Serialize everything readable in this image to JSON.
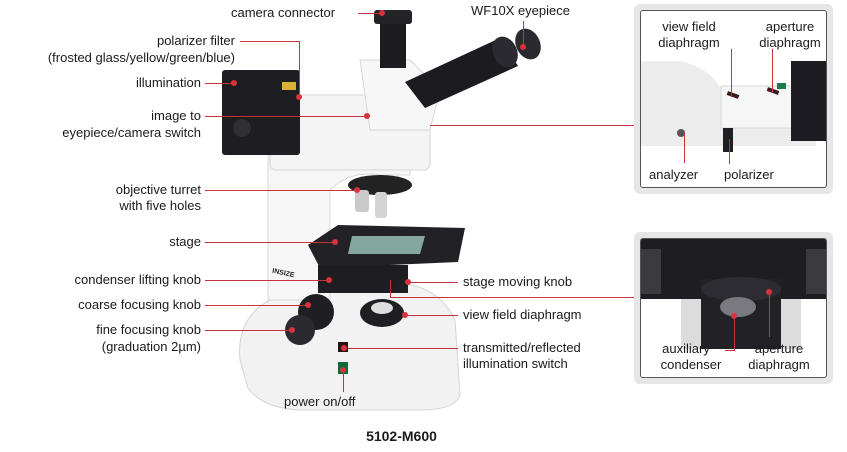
{
  "title": "5102-M600",
  "leader_color": "#c8323c",
  "main_labels": {
    "camera_connector": "camera  connector",
    "wf10x_eyepiece": "WF10X eyepiece",
    "polarizer_filter_1": "polarizer filter",
    "polarizer_filter_2": "(frosted glass/yellow/green/blue)",
    "illumination": "illumination",
    "image_switch_1": "image to",
    "image_switch_2": "eyepiece/camera switch",
    "objective_turret_1": "objective turret",
    "objective_turret_2": "with five holes",
    "stage": "stage",
    "condenser_lifting_knob": "condenser lifting knob",
    "coarse_focusing_knob": "coarse focusing knob",
    "fine_focusing_knob_1": "fine focusing knob",
    "fine_focusing_knob_2": "(graduation 2µm)",
    "stage_moving_knob": "stage moving knob",
    "view_field_diaphragm": "view field diaphragm",
    "trans_refl_switch_1": "transmitted/reflected",
    "trans_refl_switch_2": "illumination switch",
    "power": "power on/off"
  },
  "inset_top": {
    "view_field_1": "view field",
    "view_field_2": "diaphragm",
    "aperture_1": "aperture",
    "aperture_2": "diaphragm",
    "analyzer": "analyzer",
    "polarizer": "polarizer"
  },
  "inset_bottom": {
    "auxiliary_1": "auxiliary",
    "auxiliary_2": "condenser",
    "aperture_1": "aperture",
    "aperture_2": "diaphragm"
  },
  "brand_mark": "INSIZE"
}
